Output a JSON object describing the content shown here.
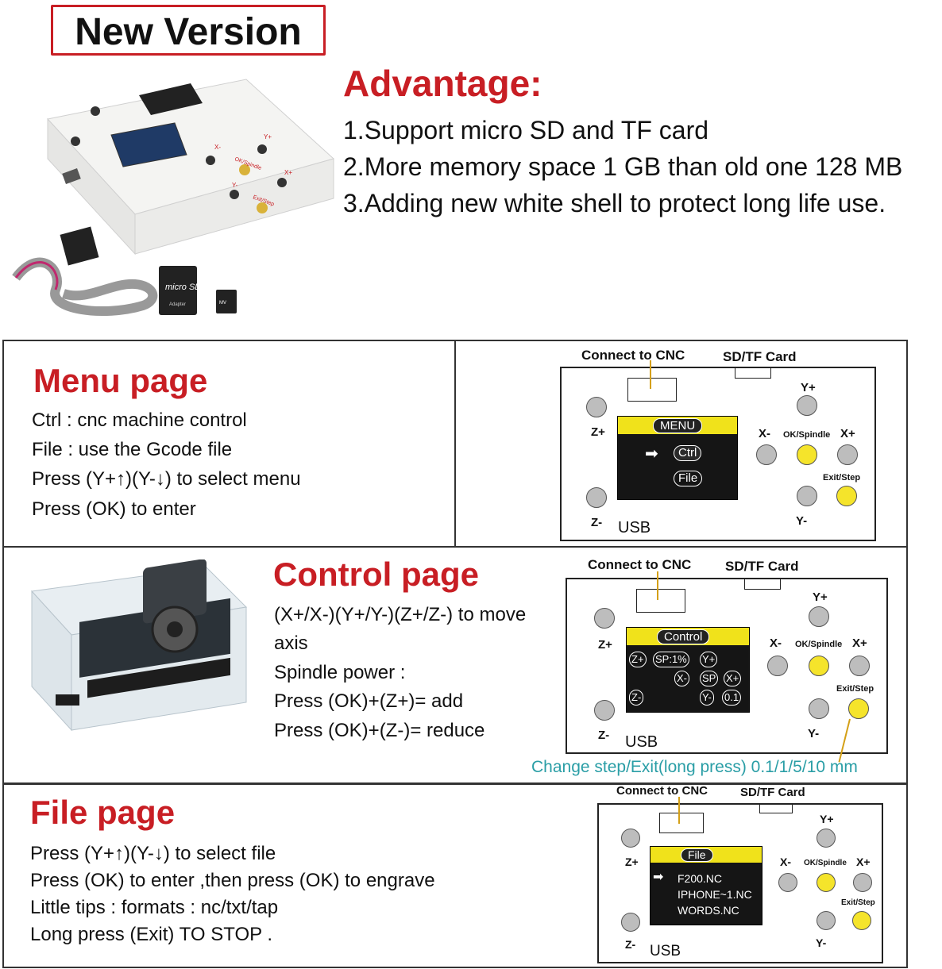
{
  "header": {
    "badge": "New Version",
    "advantage_title": "Advantage:",
    "advantages": [
      "1.Support micro SD and TF card",
      "2.More memory space 1 GB than old one 128 MB",
      "3.Adding new white shell to protect long life use."
    ]
  },
  "menu_page": {
    "title": "Menu page",
    "lines": [
      "Ctrl : cnc machine control",
      "File : use the Gcode file",
      "Press (Y+↑)(Y-↓) to select menu",
      "Press (OK) to enter"
    ],
    "screen_header": "MENU",
    "screen_items": [
      "Ctrl",
      "File"
    ]
  },
  "control_page": {
    "title": "Control page",
    "lines": [
      "(X+/X-)(Y+/Y-)(Z+/Z-) to move",
      "axis",
      "Spindle power :",
      "Press (OK)+(Z+)= add",
      "Press (OK)+(Z-)= reduce"
    ],
    "screen_header": "Control",
    "screen_cells": [
      "Z+",
      "SP:1%",
      "Y+",
      "X-",
      "SP",
      "X+",
      "Z-",
      "Y-",
      "0.1"
    ],
    "note": "Change step/Exit(long press) 0.1/1/5/10 mm"
  },
  "file_page": {
    "title": "File page",
    "lines": [
      "Press (Y+↑)(Y-↓) to select file",
      "Press (OK) to enter ,then press (OK) to engrave",
      "Little tips : formats : nc/txt/tap",
      "Long press (Exit) TO STOP ."
    ],
    "screen_header": "File",
    "screen_files": [
      "F200.NC",
      "IPHONE~1.NC",
      "WORDS.NC"
    ]
  },
  "board_labels": {
    "connect": "Connect to CNC",
    "sd": "SD/TF Card",
    "usb": "USB",
    "z_plus": "Z+",
    "z_minus": "Z-",
    "y_plus": "Y+",
    "y_minus": "Y-",
    "x_minus": "X-",
    "x_plus": "X+",
    "ok": "OK/Spindle",
    "exit": "Exit/Step"
  },
  "product_photo": {
    "button_labels": [
      "X-",
      "Y+",
      "OK/Spindle",
      "X+",
      "Y-",
      "Exit/Step"
    ],
    "card_text": "micro SD",
    "adapter_text": "Adapter",
    "badge": "MV"
  },
  "colors": {
    "accent_red": "#c81e24",
    "button_yellow": "#f5e42b",
    "screen_yellow": "#f0e21b",
    "note_cyan": "#2a9ea6"
  }
}
